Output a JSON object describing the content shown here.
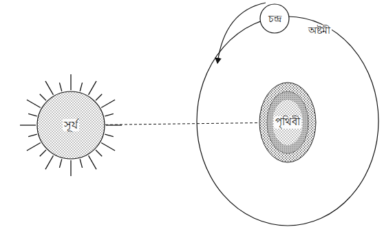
{
  "diagram": {
    "nodes": [
      {
        "text": [
          "সূর্য"
        ]
      },
      {
        "text": [
          "চন্দ্র"
        ]
      },
      {
        "text": [
          "পৃথিবী"
        ]
      }
    ],
    "edges": [
      {
        "from": 0,
        "to": 2,
        "arrow": "none"
      }
    ],
    "labels": [
      "অষ্টমী"
    ]
  }
}
